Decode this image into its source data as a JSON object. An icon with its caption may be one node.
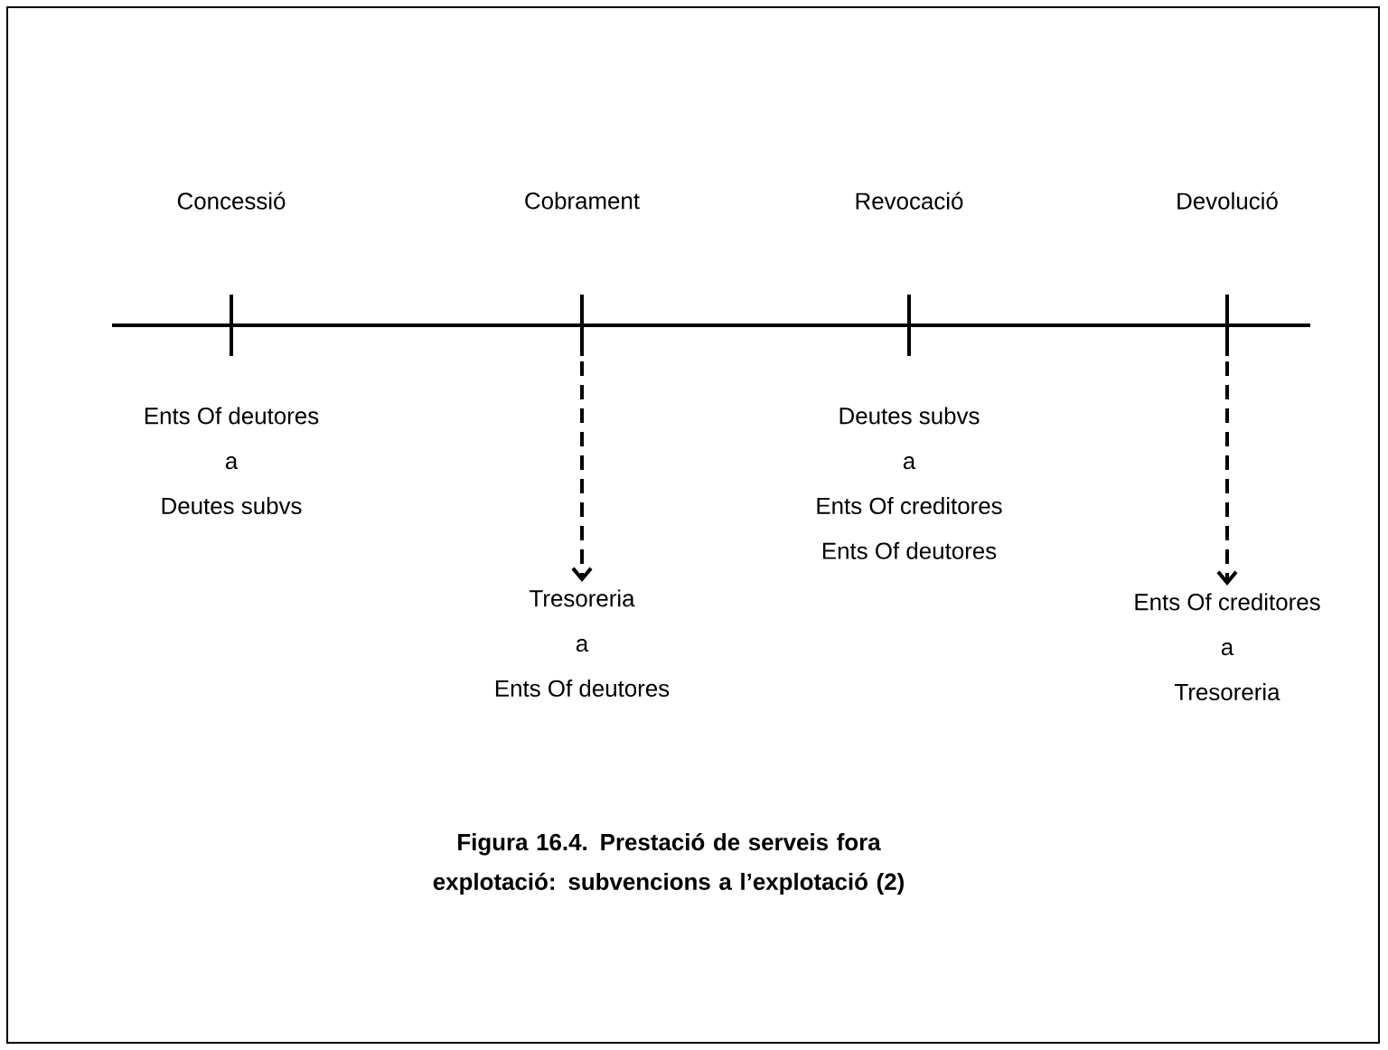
{
  "diagram": {
    "caption": "Figura 16.4. Prestació de serveis fora explotació: subvencions  a l’explotació (2)",
    "nodes": [
      {
        "text": [
          "Concessió"
        ]
      },
      {
        "text": [
          "Cobrament"
        ]
      },
      {
        "text": [
          "Revocació"
        ]
      },
      {
        "text": [
          "Devolució"
        ]
      },
      {
        "text": [
          "Ents Of deutores",
          "a",
          "Deutes subvs"
        ]
      },
      {
        "text": [
          "Tresoreria",
          "a",
          "Ents Of deutores"
        ]
      },
      {
        "text": [
          "Deutes subvs",
          "a",
          "Ents Of creditores",
          "Ents Of deutores"
        ]
      },
      {
        "text": [
          "Ents Of creditores",
          "a",
          "Tresoreria"
        ]
      }
    ],
    "edges": [
      {
        "from": null,
        "to": 5,
        "arrow": "to",
        "style": "dashed"
      },
      {
        "from": null,
        "to": 7,
        "arrow": "to",
        "style": "dashed"
      }
    ]
  }
}
